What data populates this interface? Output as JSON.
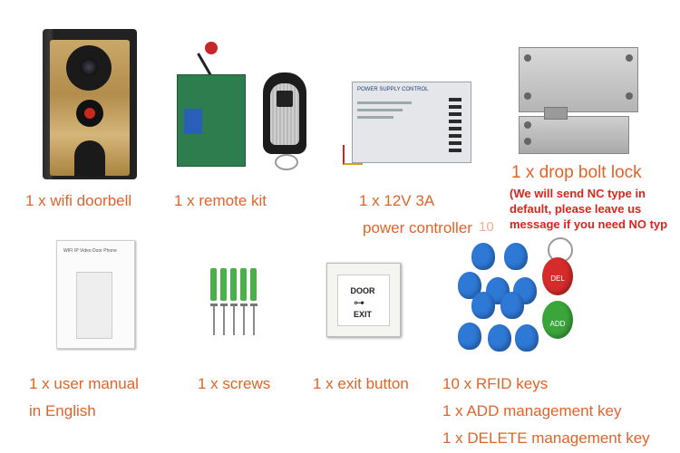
{
  "products": [
    {
      "caption_lines": [
        "1 x wifi doorbell"
      ]
    },
    {
      "caption_lines": [
        "1 x remote kit"
      ]
    },
    {
      "caption_lines": [
        "1 x 12V 3A",
        "power controller"
      ]
    },
    {
      "caption_lines": [
        "1 x drop bolt lock"
      ],
      "note_lines": [
        "(We will send NC type in",
        "default, please leave us",
        "message if you need NO typ"
      ]
    },
    {
      "caption_lines": [
        "1 x user manual",
        "in English"
      ]
    },
    {
      "caption_lines": [
        "1 x screws"
      ]
    },
    {
      "caption_lines": [
        "1 x exit button"
      ]
    },
    {
      "caption_lines": [
        "10 x RFID keys",
        "1 x ADD management key",
        "1 x DELETE management key"
      ]
    }
  ],
  "rfid_count_label": "10",
  "exit_button": {
    "top_text": "DOOR",
    "bottom_text": "EXIT"
  },
  "tags": {
    "delete_label": "DEL",
    "add_label": "ADD"
  },
  "psu_label": "POWER SUPPLY CONTROL",
  "manual_label": "WIFI IP Video Door Phone",
  "colors": {
    "caption": "#e0642a",
    "note": "#d8261c",
    "tag_blue": "#2e78d6",
    "tag_red": "#d62b2b",
    "tag_green": "#3aa53a"
  }
}
